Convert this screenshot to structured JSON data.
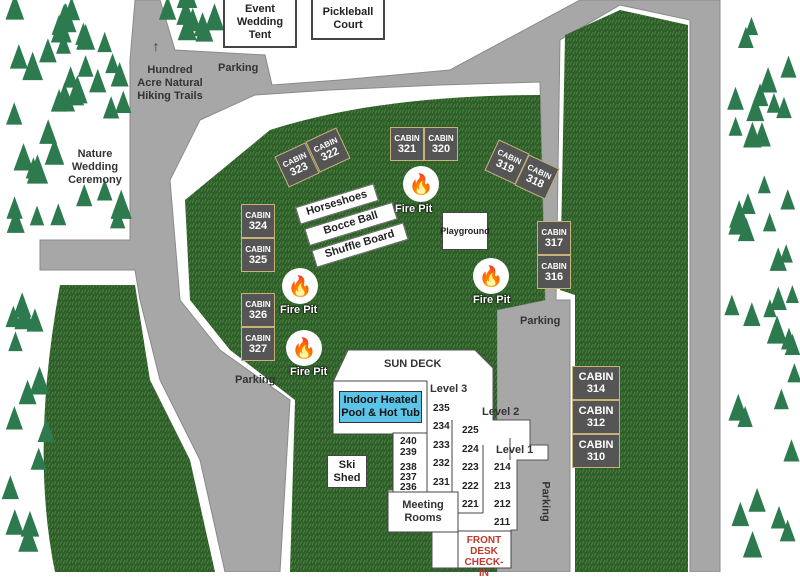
{
  "labels": {
    "event_tent": "Event Wedding Tent",
    "pickleball": "Pickleball Court",
    "parking": "Parking",
    "trails": "Hundred Acre Natural Hiking Trails",
    "nature_wedding": "Nature Wedding Ceremony",
    "fire_pit": "Fire Pit",
    "playground": "Playground",
    "sun_deck": "SUN DECK",
    "pool": "Indoor Heated Pool & Hot Tub",
    "ski_shed": "Ski Shed",
    "meeting_rooms": "Meeting Rooms",
    "front_desk": "FRONT DESK CHECK-IN",
    "level3": "Level 3",
    "level2": "Level 2",
    "level1": "Level 1"
  },
  "games": [
    "Horseshoes",
    "Bocce Ball",
    "Shuffle Board"
  ],
  "cabin_word": "CABIN",
  "cabins": [
    "323",
    "322",
    "321",
    "320",
    "319",
    "318",
    "324",
    "325",
    "317",
    "316",
    "326",
    "327",
    "314",
    "312",
    "310"
  ],
  "rooms": {
    "level3": [
      "235",
      "234",
      "233",
      "232",
      "231"
    ],
    "level3_left": [
      "240",
      "239",
      "238",
      "237",
      "236"
    ],
    "level2": [
      "225",
      "224",
      "223",
      "222",
      "221"
    ],
    "level1": [
      "214",
      "213",
      "212",
      "211"
    ]
  },
  "colors": {
    "grass": "#2f5e2a",
    "road": "#a7a7a7",
    "tree": "#2d7a4f",
    "pool": "#5bc4e8",
    "front_desk": "#c0392b"
  }
}
